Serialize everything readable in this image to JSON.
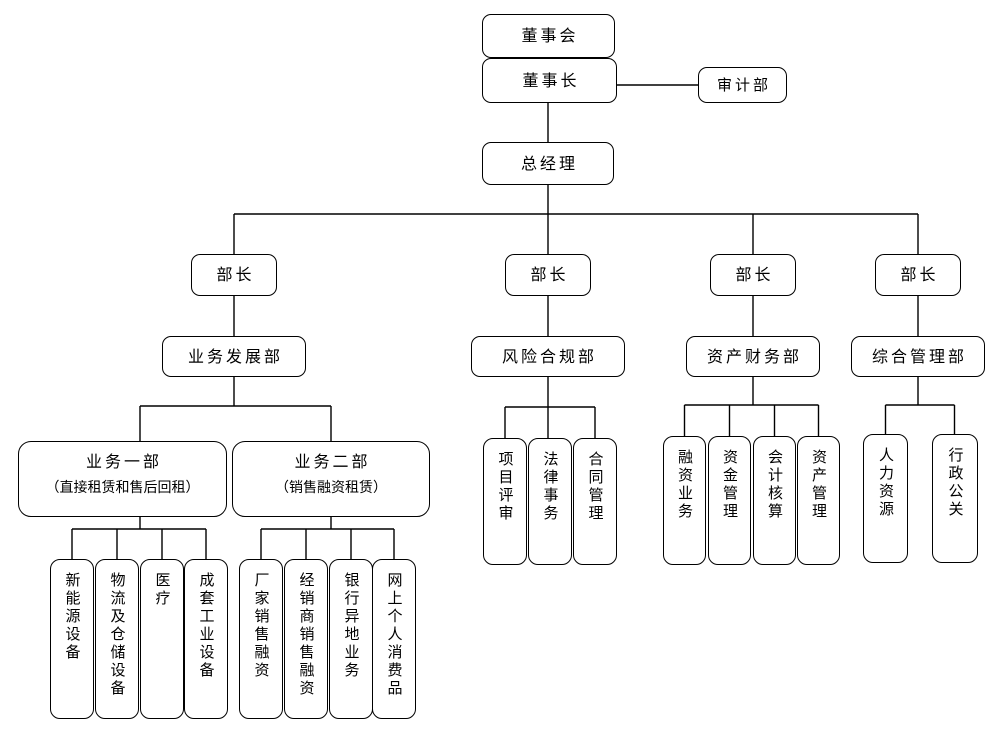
{
  "colors": {
    "background": "#ffffff",
    "line": "#000000",
    "squiggle": "#c00000"
  },
  "org": {
    "top": {
      "board": "董事会",
      "chairman": "董事长",
      "audit": "审计部",
      "general_manager": "总经理"
    },
    "divisions": [
      {
        "minister": "部长",
        "name": "业务发展部",
        "units": [
          {
            "name": "业务一部",
            "subtitle": "（直接租赁和售后回租）",
            "children": [
              "新能源设备",
              "物流及仓储设备",
              "医疗",
              "成套工业设备"
            ]
          },
          {
            "name": "业务二部",
            "subtitle": "（销售融资租赁）",
            "children": [
              "厂家销售融资",
              "经销商销售融资",
              "银行异地业务",
              "网上个人消费品"
            ]
          }
        ]
      },
      {
        "minister": "部长",
        "name": "风险合规部",
        "children": [
          "项目评审",
          "法律事务",
          "合同管理"
        ]
      },
      {
        "minister": "部长",
        "name": "资产财务部",
        "children": [
          "融资业务",
          "资金管理",
          "会计核算",
          "资产管理"
        ]
      },
      {
        "minister": "部长",
        "name": "综合管理部",
        "children": [
          "人力资源",
          "行政公关"
        ]
      }
    ]
  }
}
